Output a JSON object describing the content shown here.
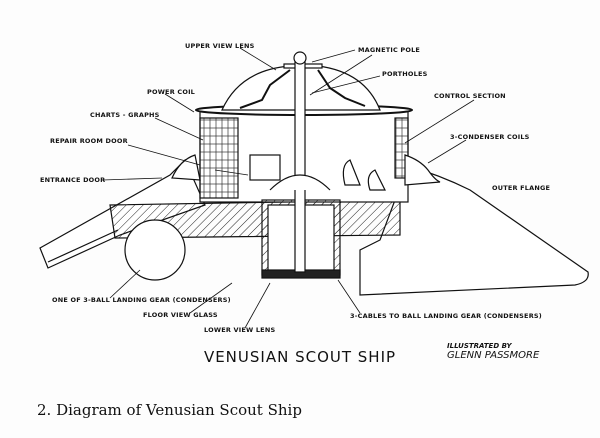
{
  "labels": {
    "upper_view_lens": "UPPER VIEW LENS",
    "magnetic_pole": "MAGNETIC POLE",
    "portholes": "PORTHOLES",
    "power_coil": "POWER COIL",
    "control_section": "CONTROL SECTION",
    "charts_graphs": "CHARTS - GRAPHS",
    "repair_room_door": "REPAIR ROOM DOOR",
    "condenser_coils": "3-CONDENSER COILS",
    "entrance_door": "ENTRANCE DOOR",
    "outer_flange": "OUTER FLANGE",
    "landing_gear": "ONE OF 3-BALL LANDING GEAR (CONDENSERS)",
    "floor_view_glass": "FLOOR VIEW GLASS",
    "lower_view_lens": "LOWER VIEW LENS",
    "cables": "3-CABLES TO BALL LANDING GEAR (CONDENSERS)"
  },
  "title": "VENUSIAN SCOUT SHIP",
  "credit": {
    "line1": "ILLUSTRATED BY",
    "line2": "GLENN PASSMORE"
  },
  "caption": "2.   Diagram of Venusian Scout Ship"
}
